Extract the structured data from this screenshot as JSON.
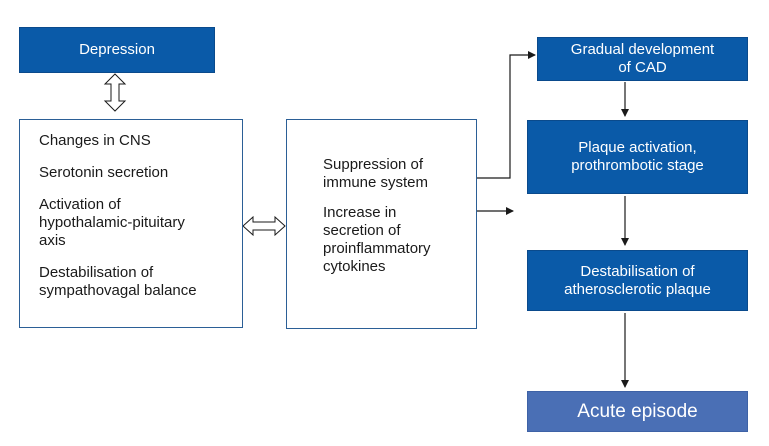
{
  "nodes": {
    "depression": "Depression",
    "cns_box": {
      "items": [
        [
          "Changes in CNS"
        ],
        [
          "Serotonin secretion"
        ],
        [
          "Activation of",
          "hypothalamic-pituitary",
          "axis"
        ],
        [
          "Destabilisation of",
          "sympathovagal balance"
        ]
      ]
    },
    "immune_box": {
      "items": [
        [
          "Suppression of",
          "immune system"
        ],
        [
          "Increase in",
          "secretion of",
          "proinflammatory",
          "cytokines"
        ]
      ]
    },
    "gradual_cad": [
      "Gradual development",
      "of CAD"
    ],
    "plaque_activation": [
      "Plaque activation,",
      "prothrombotic stage"
    ],
    "destabilisation_plaque": [
      "Destabilisation of",
      "atherosclerotic plaque"
    ],
    "acute_episode": "Acute episode"
  },
  "colors": {
    "dark_blue": "#0a5aa8",
    "light_blue": "#4a6fb5",
    "box_border": "#2b5f96",
    "arrow": "#1a1a1a"
  }
}
